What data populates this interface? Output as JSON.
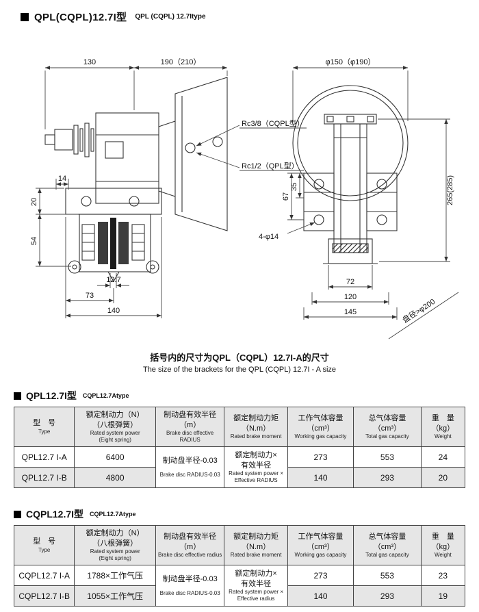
{
  "header": {
    "title": "QPL(CQPL)12.7I型",
    "subtitle": "QPL (CQPL) 12.7Itype"
  },
  "drawing": {
    "dims": {
      "w130": "130",
      "w190": "190（210）",
      "dia150": "φ150（φ190）",
      "rc38": "Rc3/8（CQPL型）",
      "rc12": "Rc1/2（QPL型）",
      "h14": "14",
      "h20": "20",
      "h54": "54",
      "w127": "12.7",
      "w73": "73",
      "w140": "140",
      "h35": "35",
      "h67": "67",
      "holes": "4-φ14",
      "h265": "265(285)",
      "w72": "72",
      "w120": "120",
      "w145": "145",
      "disc_note": "盘径>φ200"
    },
    "caption_cn": "括号内的尺寸为QPL（CQPL）12.7I-A的尺寸",
    "caption_en": "The size of the brackets for the QPL (CQPL) 12.7I - A size"
  },
  "table1": {
    "title": "QPL12.7I型",
    "subtitle": "CQPL12.7Atype",
    "headers": {
      "type_cn": "型　号",
      "type_en": "Type",
      "power_cn1": "额定制动力（N）",
      "power_cn2": "（八根弹簧）",
      "power_en1": "Rated system power",
      "power_en2": "(Eight spring)",
      "radius_cn1": "制动盘有效半径",
      "radius_cn2": "（m）",
      "radius_en": "Brake disc effective RADIUS",
      "moment_cn1": "额定制动力矩",
      "moment_cn2": "（N.m）",
      "moment_en": "Rated brake moment",
      "work_cn1": "工作气体容量",
      "work_cn2": "（cm³）",
      "work_en": "Working gas capacity",
      "total_cn1": "总气体容量",
      "total_cn2": "（cm³）",
      "total_en": "Total gas capacity",
      "weight_cn1": "重　量",
      "weight_cn2": "（kg）",
      "weight_en": "Weight"
    },
    "merged": {
      "radius_cn": "制动盘半径-0.03",
      "radius_en": "Brake disc RADIUS-0.03",
      "moment_cn1": "额定制动力×",
      "moment_cn2": "有效半径",
      "moment_en1": "Rated system power ×",
      "moment_en2": "Effective RADIUS"
    },
    "rows": [
      {
        "type": "QPL12.7 I-A",
        "power": "6400",
        "work": "273",
        "total": "553",
        "weight": "24"
      },
      {
        "type": "QPL12.7 I-B",
        "power": "4800",
        "work": "140",
        "total": "293",
        "weight": "20"
      }
    ]
  },
  "table2": {
    "title": "CQPL12.7I型",
    "subtitle": "CQPL12.7Atype",
    "headers": {
      "type_cn": "型　号",
      "type_en": "Type",
      "power_cn1": "额定制动力（N）",
      "power_cn2": "（八根弹簧）",
      "power_en1": "Rated system power",
      "power_en2": "(Eight spring)",
      "radius_cn1": "制动盘有效半径",
      "radius_cn2": "（m）",
      "radius_en": "Brake disc effective radius",
      "moment_cn1": "额定制动力矩",
      "moment_cn2": "（N.m）",
      "moment_en": "Rated brake moment",
      "work_cn1": "工作气体容量",
      "work_cn2": "（cm³）",
      "work_en": "Working gas capacity",
      "total_cn1": "总气体容量",
      "total_cn2": "（cm³）",
      "total_en": "Total gas capacity",
      "weight_cn1": "重　量",
      "weight_cn2": "（kg）",
      "weight_en": "Weight"
    },
    "merged": {
      "radius_cn": "制动盘半径-0.03",
      "radius_en": "Brake disc RADIUS-0.03",
      "moment_cn1": "额定制动力×",
      "moment_cn2": "有效半径",
      "moment_en1": "Rated system power ×",
      "moment_en2": "Effective radius"
    },
    "rows": [
      {
        "type": "CQPL12.7 I-A",
        "power": "1788×工作气压",
        "work": "273",
        "total": "553",
        "weight": "23"
      },
      {
        "type": "CQPL12.7 I-B",
        "power": "1055×工作气压",
        "work": "140",
        "total": "293",
        "weight": "19"
      }
    ]
  }
}
